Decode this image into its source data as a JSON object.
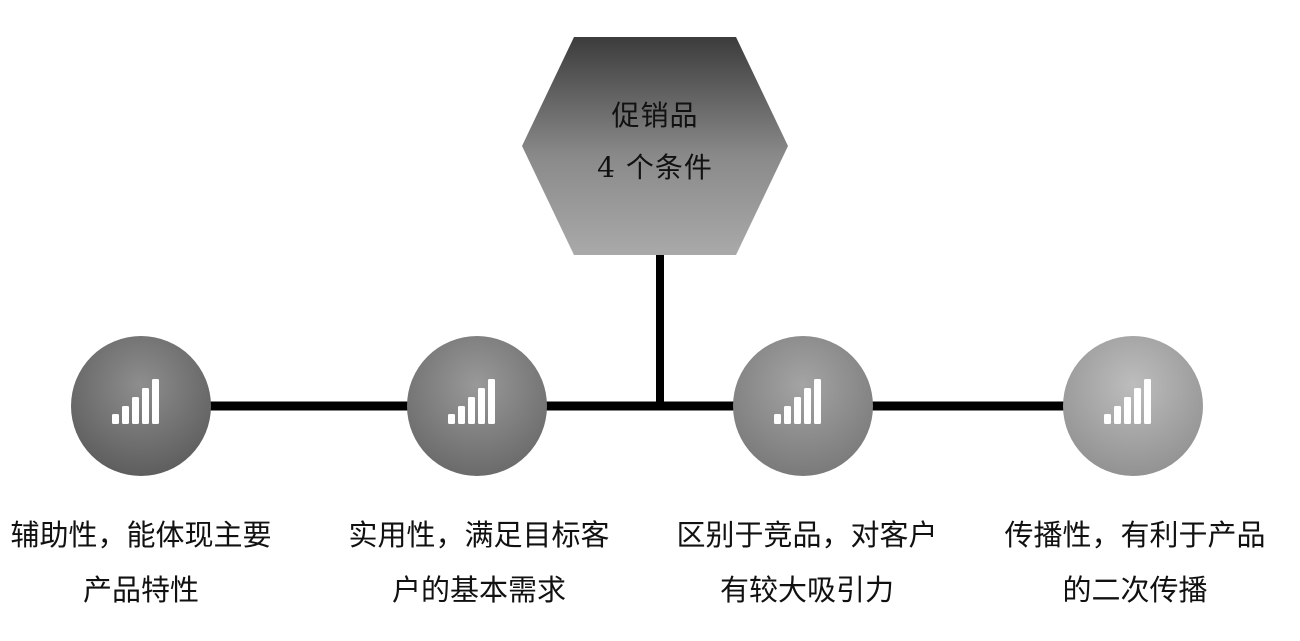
{
  "center": {
    "line1": "促销品",
    "line2": "4 个条件"
  },
  "conditions": [
    {
      "line1": "辅助性，能体现主要",
      "line2": "产品特性"
    },
    {
      "line1": "实用性，满足目标客",
      "line2": "户的基本需求"
    },
    {
      "line1": "区别于竞品，对客户",
      "line2": "有较大吸引力"
    },
    {
      "line1": "传播性，有利于产品",
      "line2": "的二次传播"
    }
  ],
  "icons": [
    "signal-bars-icon",
    "signal-bars-icon",
    "signal-bars-icon",
    "signal-bars-icon"
  ]
}
